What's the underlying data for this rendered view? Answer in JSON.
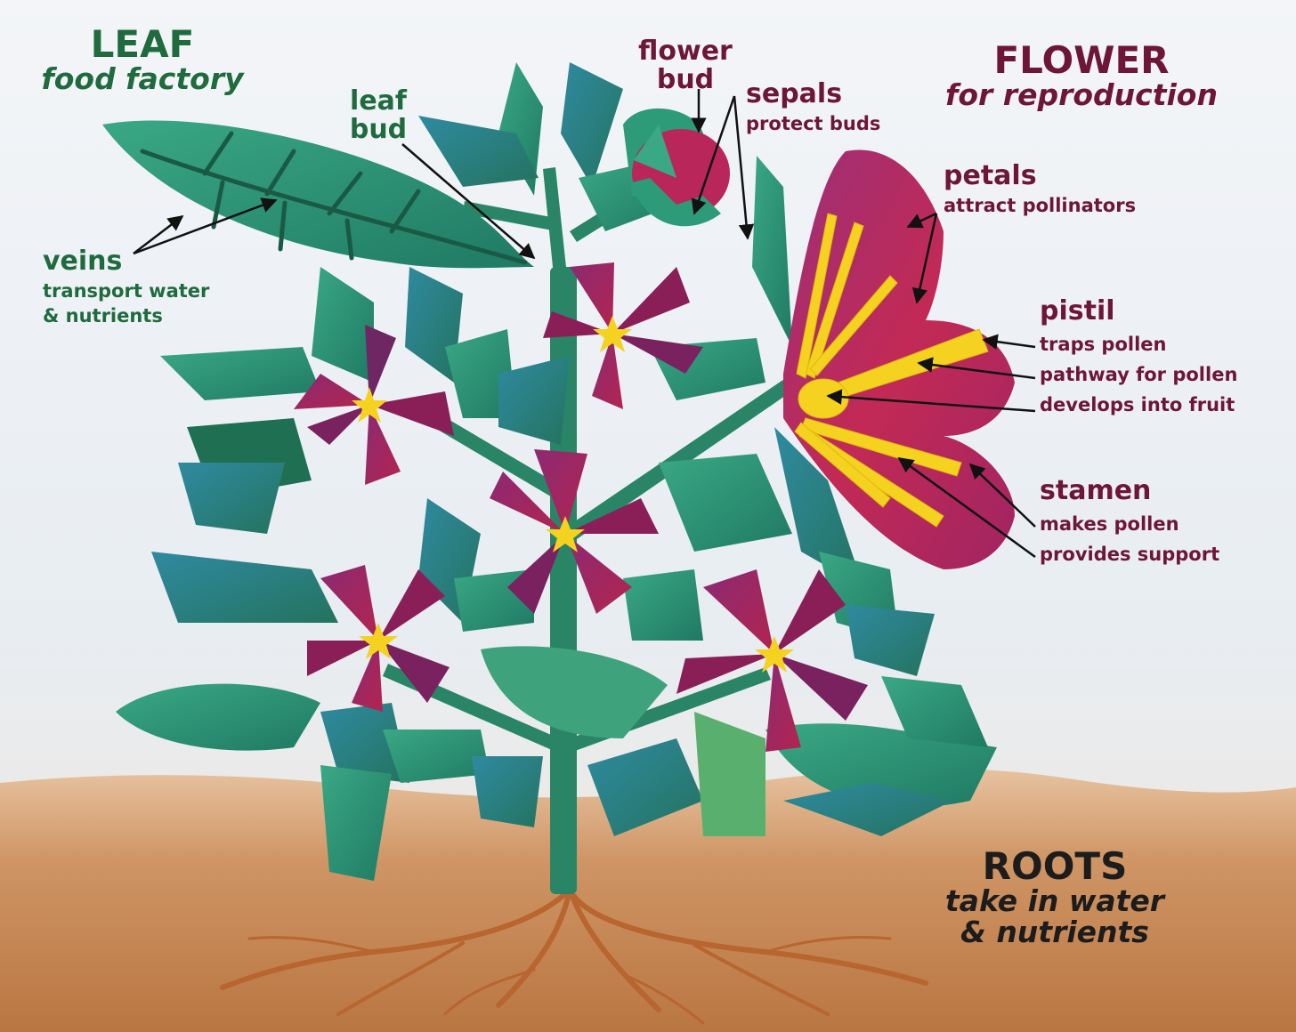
{
  "colors": {
    "green_text": "#1f6b3e",
    "maroon_text": "#6e1638",
    "dark_text": "#1c1c1c",
    "leaf": "#2e9472",
    "leaf_blue": "#2b6f8c",
    "petal": "#a3204f",
    "petal_purple": "#74245f",
    "pollen_yellow": "#f4d21f",
    "soil": "#c98a55",
    "sky": "#eef2f6"
  },
  "labels": {
    "leaf": {
      "title": "LEAF",
      "subtitle": "food factory"
    },
    "leaf_bud": {
      "line1": "leaf",
      "line2": "bud"
    },
    "veins": {
      "title": "veins",
      "desc1": "transport water",
      "desc2": "& nutrients"
    },
    "flower_bud": {
      "line1": "flower",
      "line2": "bud"
    },
    "sepals": {
      "title": "sepals",
      "desc": "protect buds"
    },
    "flower": {
      "title": "FLOWER",
      "subtitle": "for reproduction"
    },
    "petals": {
      "title": "petals",
      "desc": "attract pollinators"
    },
    "pistil": {
      "title": "pistil",
      "desc1": "traps pollen",
      "desc2": "pathway for pollen",
      "desc3": "develops into fruit"
    },
    "stamen": {
      "title": "stamen",
      "desc1": "makes pollen",
      "desc2": "provides support"
    },
    "roots": {
      "title": "ROOTS",
      "line1": "take in water",
      "line2": "& nutrients"
    }
  }
}
